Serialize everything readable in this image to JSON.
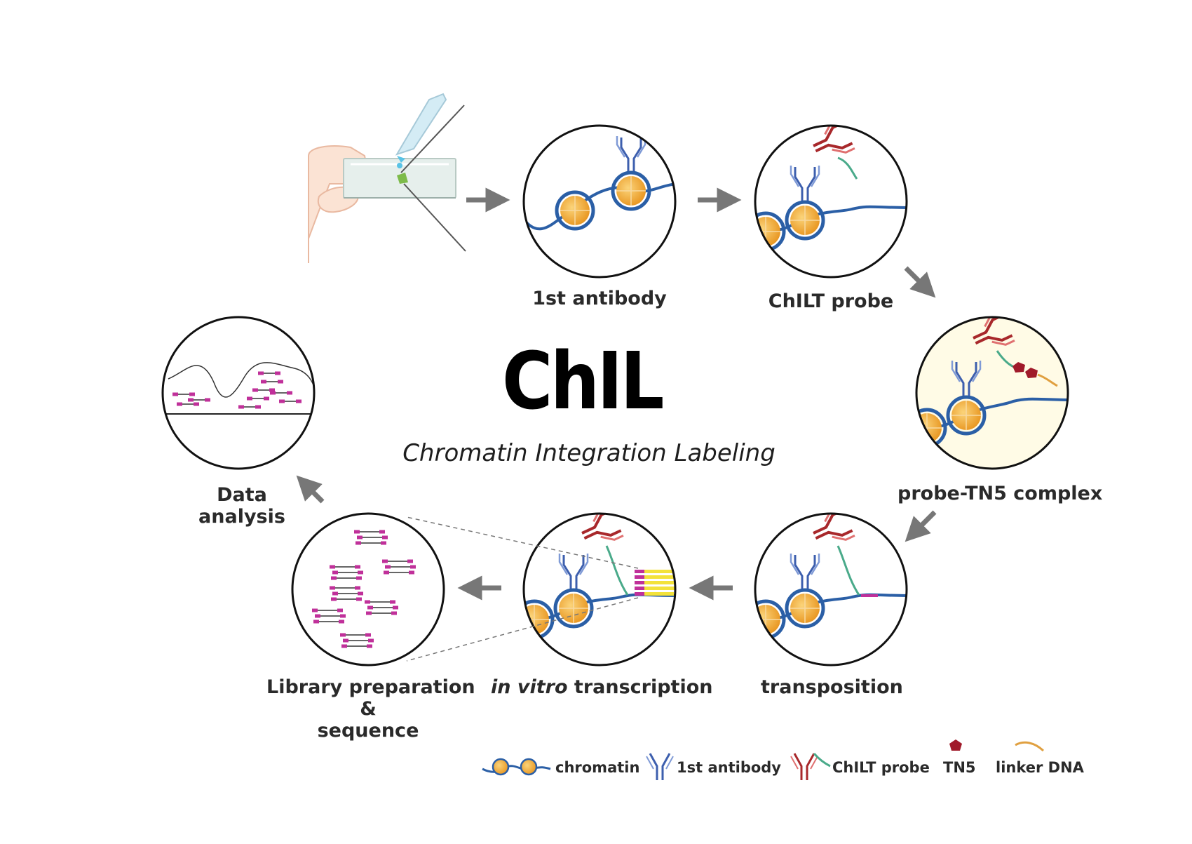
{
  "title": "ChIL",
  "subtitle": "Chromatin Integration Labeling",
  "steps": {
    "antibody": "1st antibody",
    "chilt_probe": "ChILT probe",
    "complex": "probe-TN5 complex",
    "transposition": "transposition",
    "ivt_italic": "in vitro",
    "ivt_rest": " transcription",
    "library_line1": "Library preparation",
    "library_line2": "&",
    "library_line3": "sequence",
    "data_line1": "Data",
    "data_line2": "analysis"
  },
  "legend": {
    "chromatin": "chromatin",
    "antibody": "1st antibody",
    "probe": "ChILT probe",
    "tn5": "TN5",
    "linker": "linker DNA"
  },
  "colors": {
    "dna": "#2b5fa6",
    "nucleosome": "#f2a535",
    "antibody": "#3d5fae",
    "probe": "#a8282b",
    "probe_linker": "#4aaa8a",
    "tn5": "#a01a2a",
    "linker_dna": "#e0a040",
    "reads": "#c0309a",
    "transcript": "#f3e23a",
    "arrow": "#777777",
    "complex_bg": "#fffbe6"
  }
}
